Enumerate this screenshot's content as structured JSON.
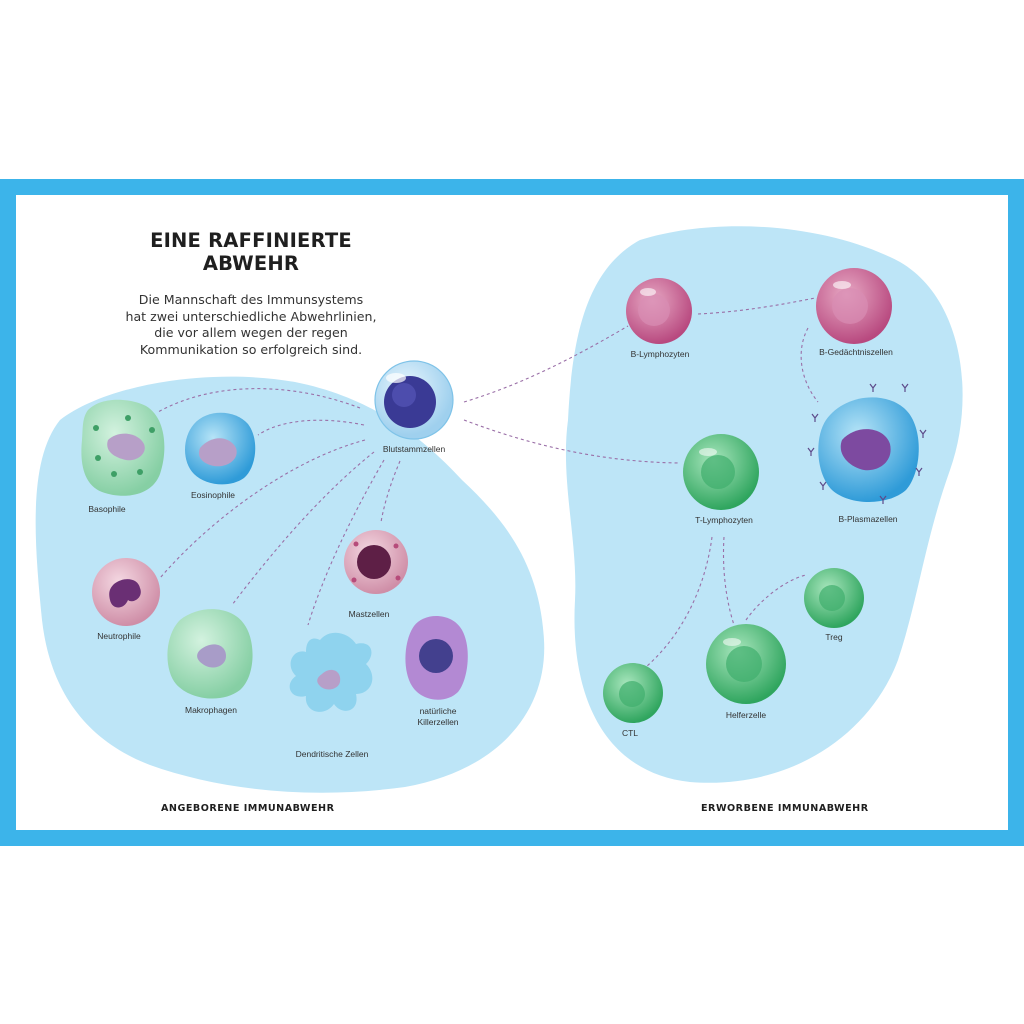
{
  "heading": {
    "line1": "EINE RAFFINIERTE",
    "line2": "ABWEHR"
  },
  "intro": {
    "line1": "Die Mannschaft des Immunsystems",
    "line2": "hat zwei unterschiedliche Abwehrlinien,",
    "line3": "die vor allem wegen der regen",
    "line4": "Kommunikation so erfolgreich sind."
  },
  "cells": {
    "stem": "Blutstammzellen",
    "basophile": "Basophile",
    "eosinophile": "Eosinophile",
    "neutrophile": "Neutrophile",
    "makrophagen": "Makrophagen",
    "dendritisch": "Dendritische Zellen",
    "mastzellen": "Mastzellen",
    "nk_line1": "natürliche",
    "nk_line2": "Killerzellen",
    "b_lymph": "B-Lymphozyten",
    "b_memory": "B-Gedächtniszellen",
    "b_plasma": "B-Plasmazellen",
    "t_lymph": "T-Lymphozyten",
    "treg": "Treg",
    "helper": "Helferzelle",
    "ctl": "CTL"
  },
  "sections": {
    "innate": "ANGEBORENE IMMUNABWEHR",
    "adaptive": "ERWORBENE IMMUNABWEHR"
  },
  "colors": {
    "frame": "#3cb4ea",
    "region": "#bde5f7",
    "connector": "#9a6fa7"
  }
}
